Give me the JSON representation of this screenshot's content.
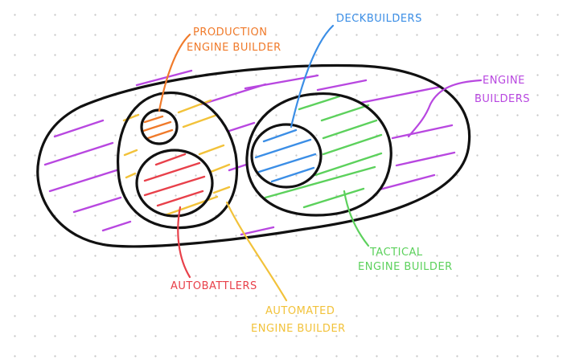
{
  "labels": {
    "production": [
      "PRODUCTION",
      "ENGINE BUILDER"
    ],
    "deckbuilders": [
      "DECKBUILDERS"
    ],
    "engine_builders": [
      "ENGINE",
      "BUILDERS"
    ],
    "tactical": [
      "TACTICAL",
      "ENGINE BUILDER"
    ],
    "autobattlers": [
      "AUTOBATTLERS"
    ],
    "automated": [
      "AUTOMATED",
      "ENGINE BUILDER"
    ]
  },
  "colors": {
    "outline": "#111111",
    "production": "#f07a2a",
    "deckbuilders": "#3b8ee6",
    "engine_builders": "#b847e0",
    "tactical": "#5cd15c",
    "autobattlers": "#e8404a",
    "automated": "#f2c23a"
  }
}
